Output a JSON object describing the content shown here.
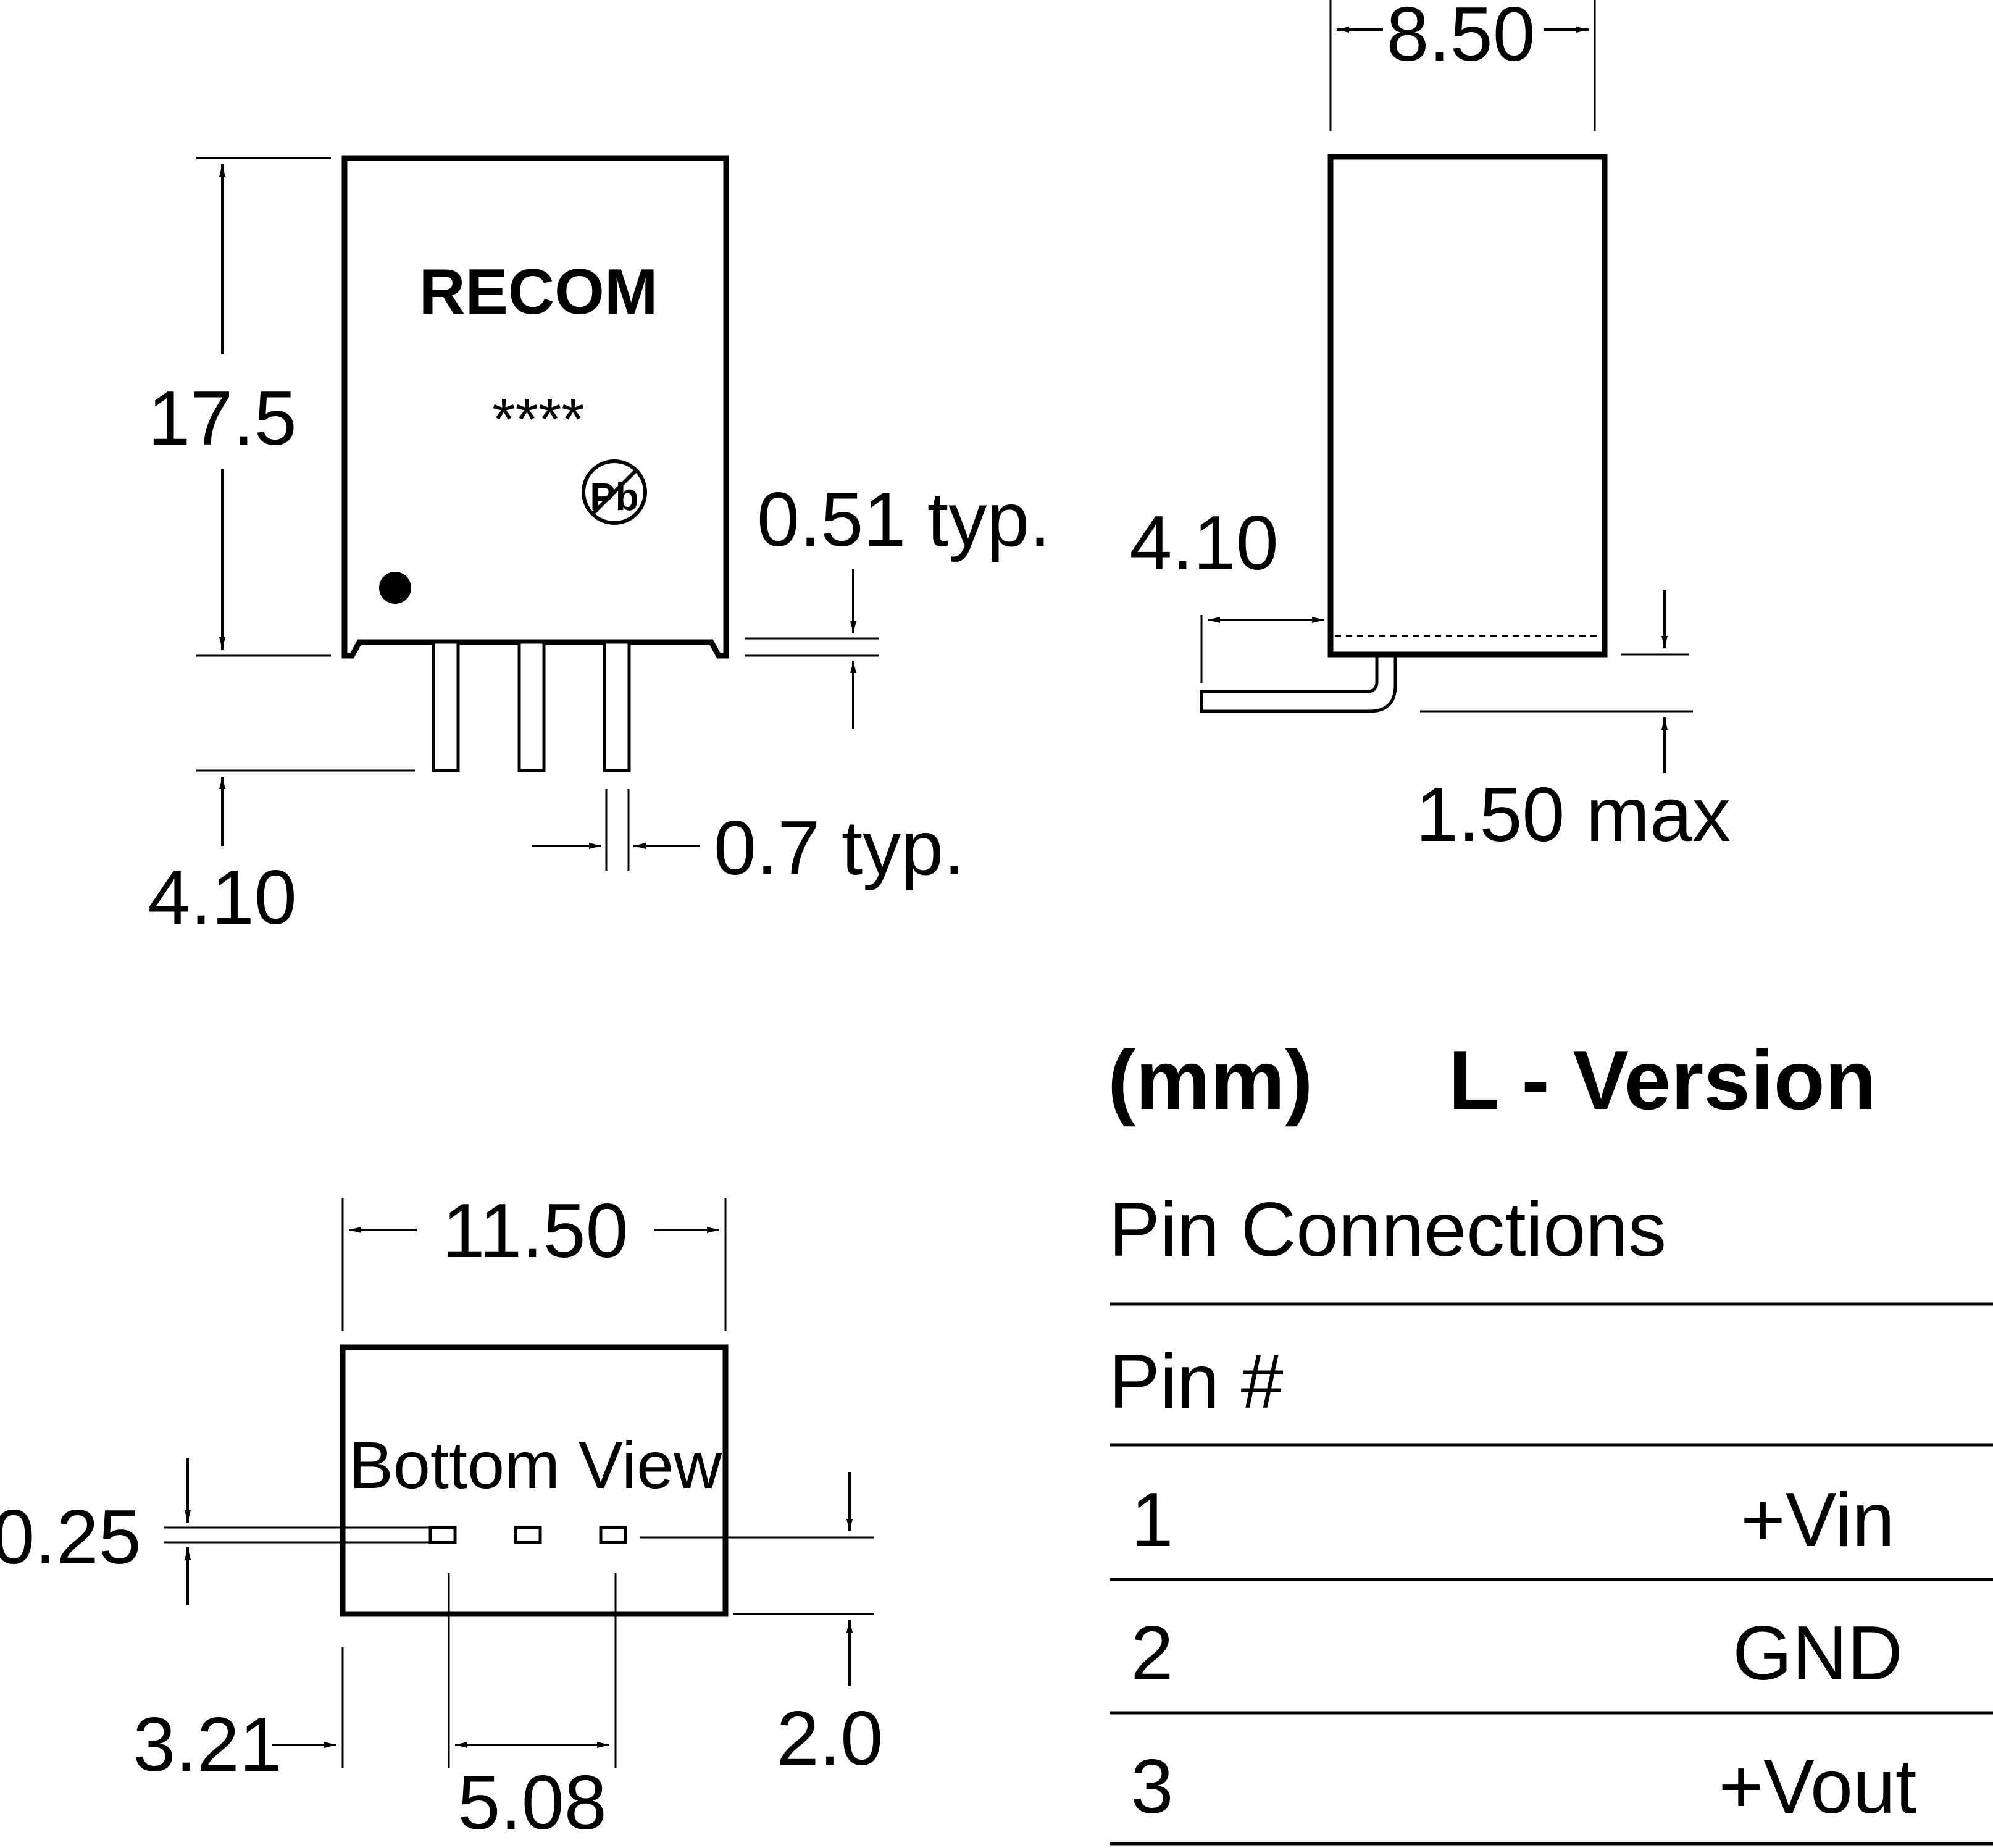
{
  "front_view": {
    "brand": "RECOM",
    "part_placeholder": "****",
    "pb_mark": "Pb",
    "dim_height": "17.5",
    "dim_pin_length": "4.10",
    "dim_standoff": "0.51 typ.",
    "dim_pin_width": "0.7 typ."
  },
  "side_view": {
    "dim_depth": "8.50",
    "dim_bend": "4.10",
    "dim_max": "1.50 max"
  },
  "bottom_view": {
    "title": "Bottom View",
    "dim_width": "11.50",
    "dim_pin_thickness": "0.25",
    "dim_edge_offset": "3.21",
    "dim_pitch": "5.08",
    "dim_pin_row": "2.0"
  },
  "legend": {
    "units": "(mm)",
    "version": "L - Version",
    "pin_connections_title": "Pin Connections",
    "pin_column_header": "Pin #",
    "pins": [
      {
        "number": "1",
        "function": "+Vin"
      },
      {
        "number": "2",
        "function": "GND"
      },
      {
        "number": "3",
        "function": "+Vout"
      }
    ]
  }
}
